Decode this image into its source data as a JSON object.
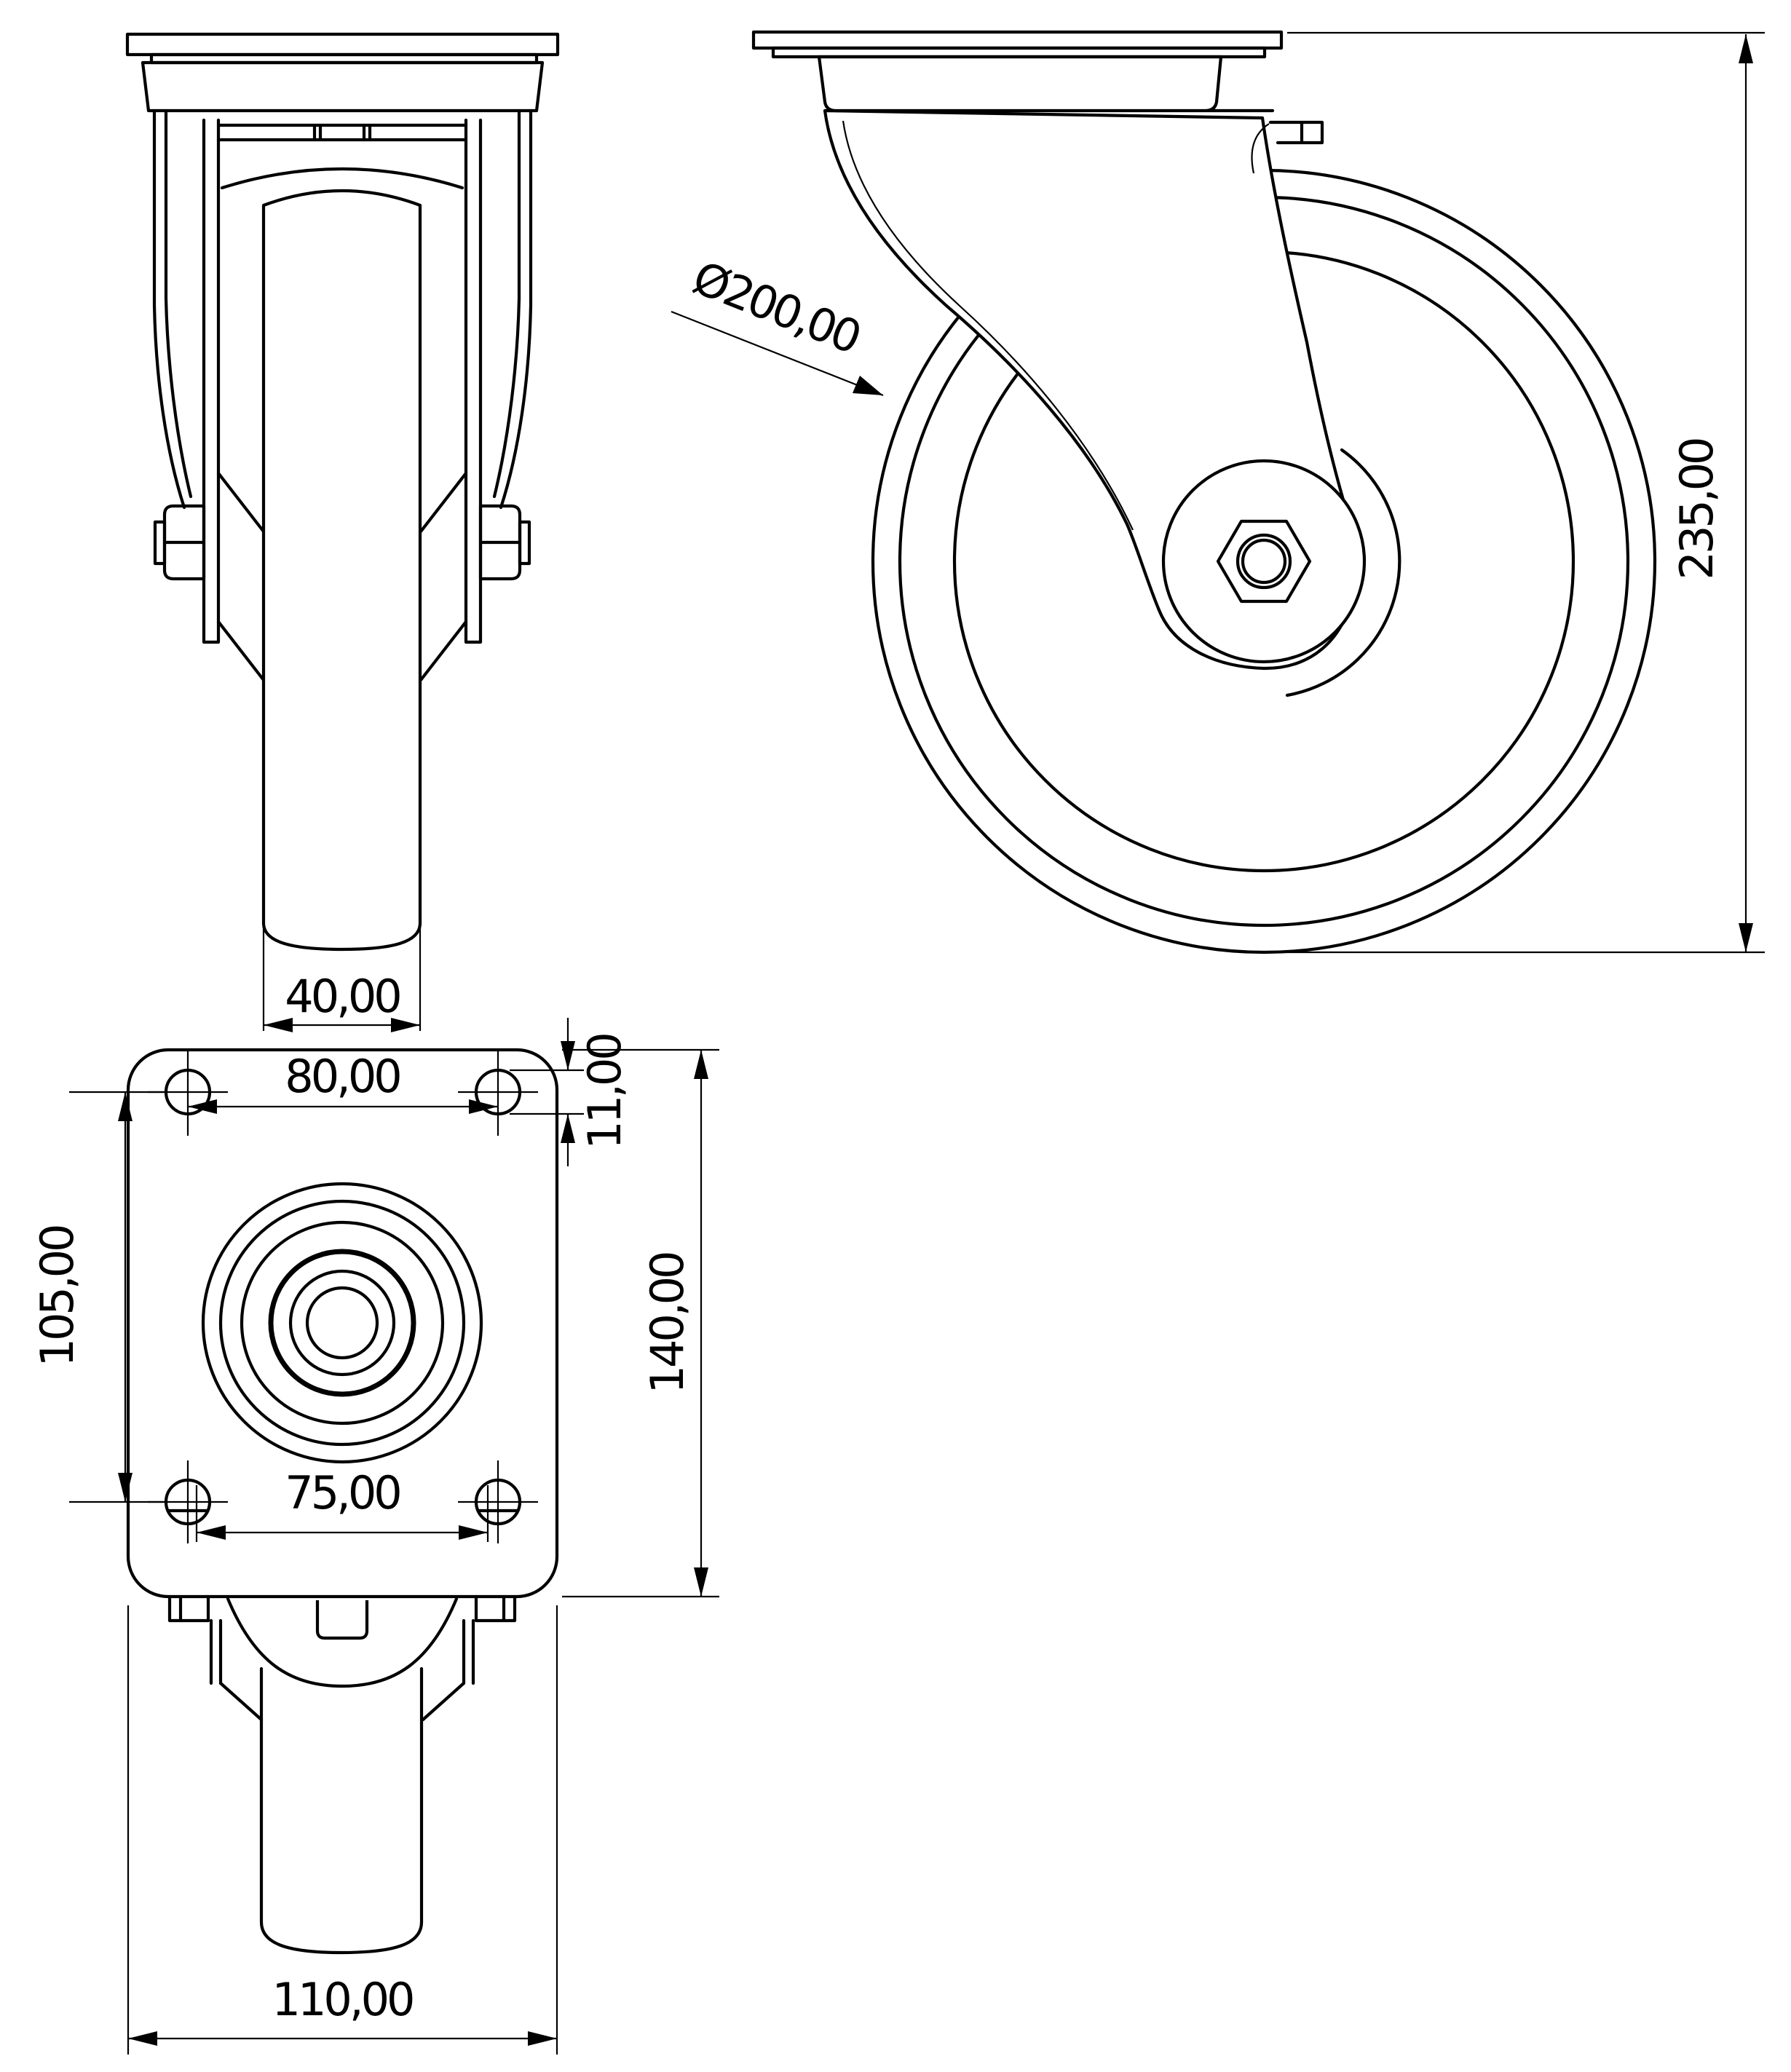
{
  "drawing": {
    "type": "technical-drawing",
    "subject": "swivel caster wheel, three orthographic views",
    "colors": {
      "line": "#000000",
      "background": "#ffffff"
    }
  },
  "dimensions": {
    "wheel_width": "40,00",
    "hole_spacing_width_top": "80,00",
    "hole_diameter": "11,00",
    "hole_spacing_length": "105,00",
    "hole_spacing_width_bottom": "75,00",
    "plate_length": "140,00",
    "plate_width": "110,00",
    "wheel_diameter": "Ø200,00",
    "total_height": "235,00"
  }
}
